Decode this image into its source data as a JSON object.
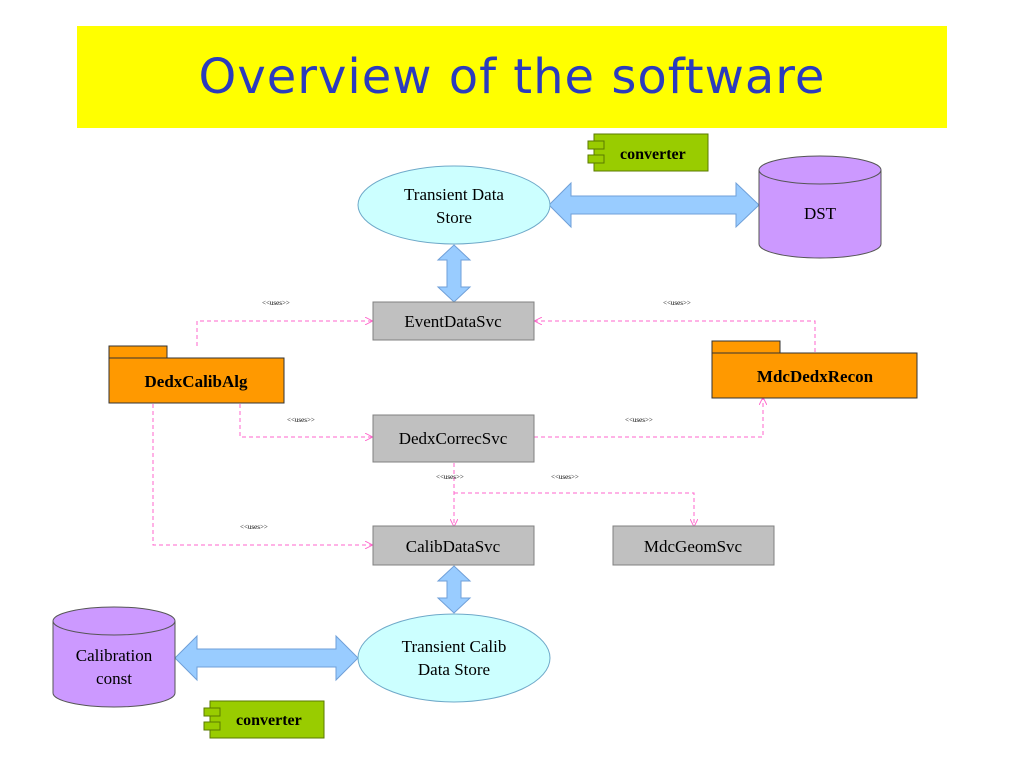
{
  "title": "Overview of the software",
  "nodes": {
    "transient_data_store": [
      "Transient Data",
      "Store"
    ],
    "transient_calib_store": [
      "Transient Calib",
      "Data Store"
    ],
    "dst": "DST",
    "calibration_const": [
      "Calibration",
      "const"
    ],
    "event_data_svc": "EventDataSvc",
    "dedx_correc_svc": "DedxCorrecSvc",
    "calib_data_svc": "CalibDataSvc",
    "mdc_geom_svc": "MdcGeomSvc",
    "dedx_calib_alg": "DedxCalibAlg",
    "mdc_dedx_recon": "MdcDedxRecon",
    "converter_top": "converter",
    "converter_bottom": "converter"
  },
  "edges": {
    "uses_label": "<<uses>>"
  },
  "colors": {
    "title_bg": "#ffff00",
    "title_text": "#2b3bbd",
    "ellipse_fill": "#ccffff",
    "cylinder_fill": "#cc99ff",
    "service_fill": "#c0c0c0",
    "package_fill": "#ff9900",
    "converter_fill": "#99cc00",
    "arrow_fill": "#99ccff",
    "dependency_line": "#ff66cc"
  }
}
